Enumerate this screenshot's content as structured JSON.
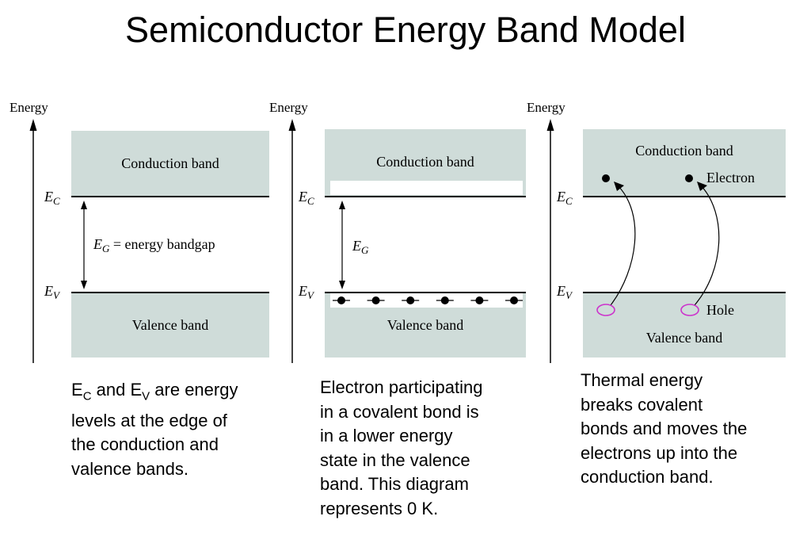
{
  "title": "Semiconductor Energy Band Model",
  "colors": {
    "band_fill": "#cfdcd9",
    "hole_ring": "#cc33cc",
    "line": "#000000"
  },
  "panels": [
    {
      "energy_label": "Energy",
      "conduction_label": "Conduction band",
      "valence_label": "Valence band",
      "ec_main": "E",
      "ec_sub": "C",
      "ev_main": "E",
      "ev_sub": "V",
      "gap_main": "E",
      "gap_sub": "G",
      "gap_rest": " = energy bandgap",
      "caption": {
        "e1": "E",
        "s1": "C",
        "mid": " and ",
        "e2": "E",
        "s2": "V",
        "rest": " are  energy",
        "line2": "levels at the edge of",
        "line3": "the conduction and",
        "line4": "valence bands."
      }
    },
    {
      "energy_label": "Energy",
      "conduction_label": "Conduction band",
      "valence_label": "Valence band",
      "ec_main": "E",
      "ec_sub": "C",
      "ev_main": "E",
      "ev_sub": "V",
      "gap_main": "E",
      "gap_sub": "G",
      "electron_count": 6,
      "caption": [
        "Electron participating",
        "in a covalent bond is",
        "in a lower energy",
        "state in the valence",
        "band.  This diagram",
        "represents 0 K."
      ]
    },
    {
      "energy_label": "Energy",
      "conduction_label": "Conduction band",
      "valence_label": "Valence band",
      "ec_main": "E",
      "ec_sub": "C",
      "ev_main": "E",
      "ev_sub": "V",
      "electron_label": "Electron",
      "hole_label": "Hole",
      "caption": [
        "Thermal energy",
        "breaks covalent",
        "bonds and moves the",
        "electrons up into the",
        "conduction band."
      ]
    }
  ]
}
